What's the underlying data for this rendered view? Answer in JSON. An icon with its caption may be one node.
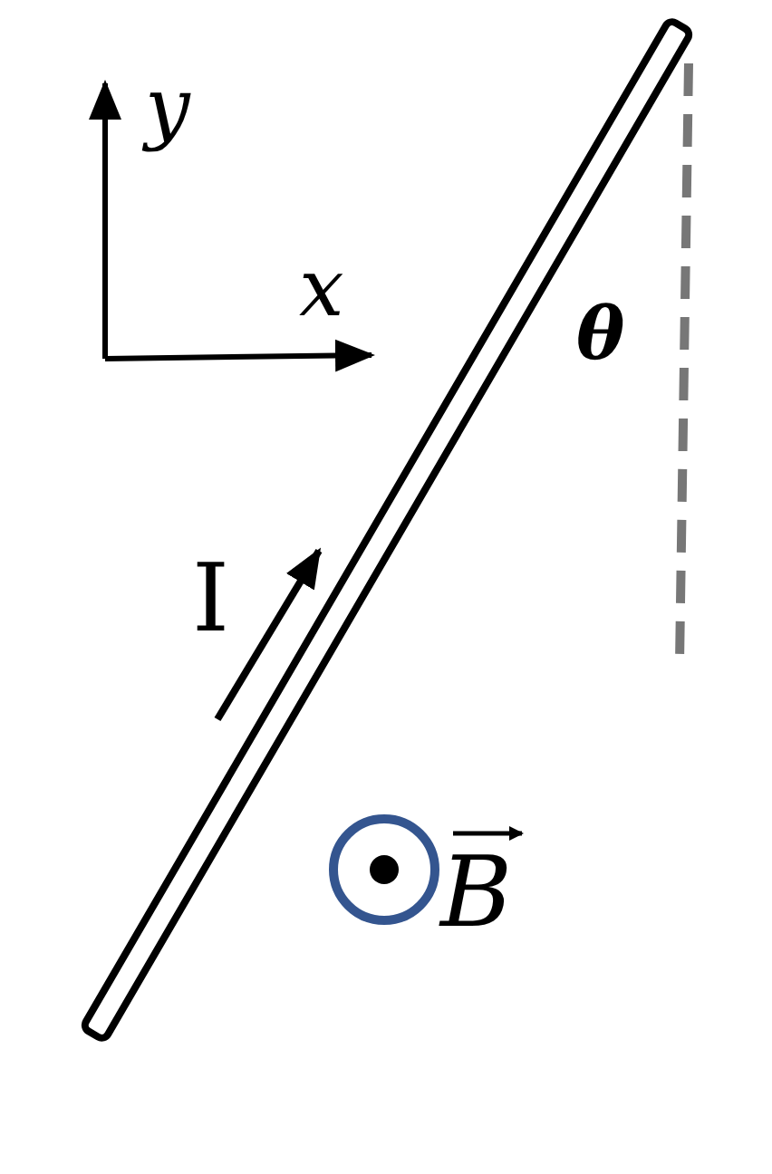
{
  "diagram": {
    "labels": [
      "y",
      "x",
      "θ",
      "I",
      "B"
    ]
  }
}
